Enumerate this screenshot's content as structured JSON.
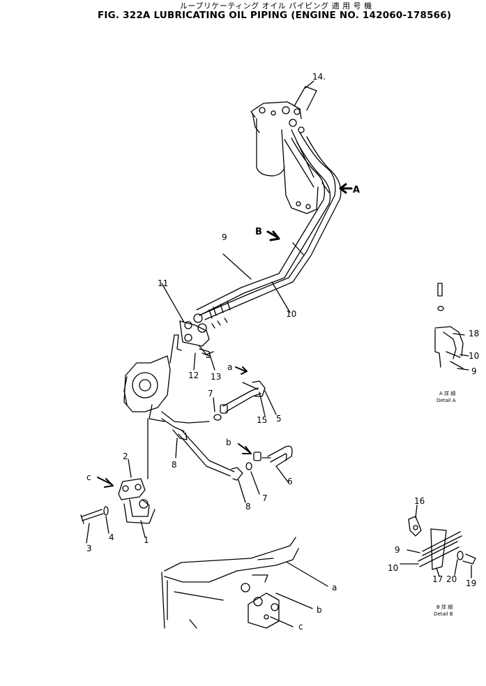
{
  "header": {
    "jp_title": "ループリケーティング オイル パイピング 適 用 号 機",
    "title": "FIG. 322A  LUBRICATING OIL PIPING (ENGINE NO. 142060-178566)"
  },
  "callouts": {
    "p1": "1",
    "p2": "2",
    "p3": "3",
    "p4": "4",
    "p5": "5",
    "p6": "6",
    "p7a": "7",
    "p7b": "7",
    "p8a": "8",
    "p8b": "8",
    "p9": "9",
    "p10": "10",
    "p11": "11",
    "p12": "12",
    "p13": "13",
    "p14": "14.",
    "p15": "15",
    "ref_c": "c",
    "ref_a": "a",
    "ref_b": "b",
    "view_A": "A",
    "view_B": "B",
    "bot_a": "a",
    "bot_b": "b",
    "bot_c": "c"
  },
  "detail_a": {
    "p18": "18",
    "p10": "10",
    "p9": "9",
    "jp": "A 詳 細",
    "label": "Detail A"
  },
  "detail_b": {
    "p16": "16",
    "p9": "9",
    "p10": "10",
    "p17": "17",
    "p20": "20",
    "p19": "19",
    "jp": "B 詳 細",
    "label": "Detail B"
  }
}
